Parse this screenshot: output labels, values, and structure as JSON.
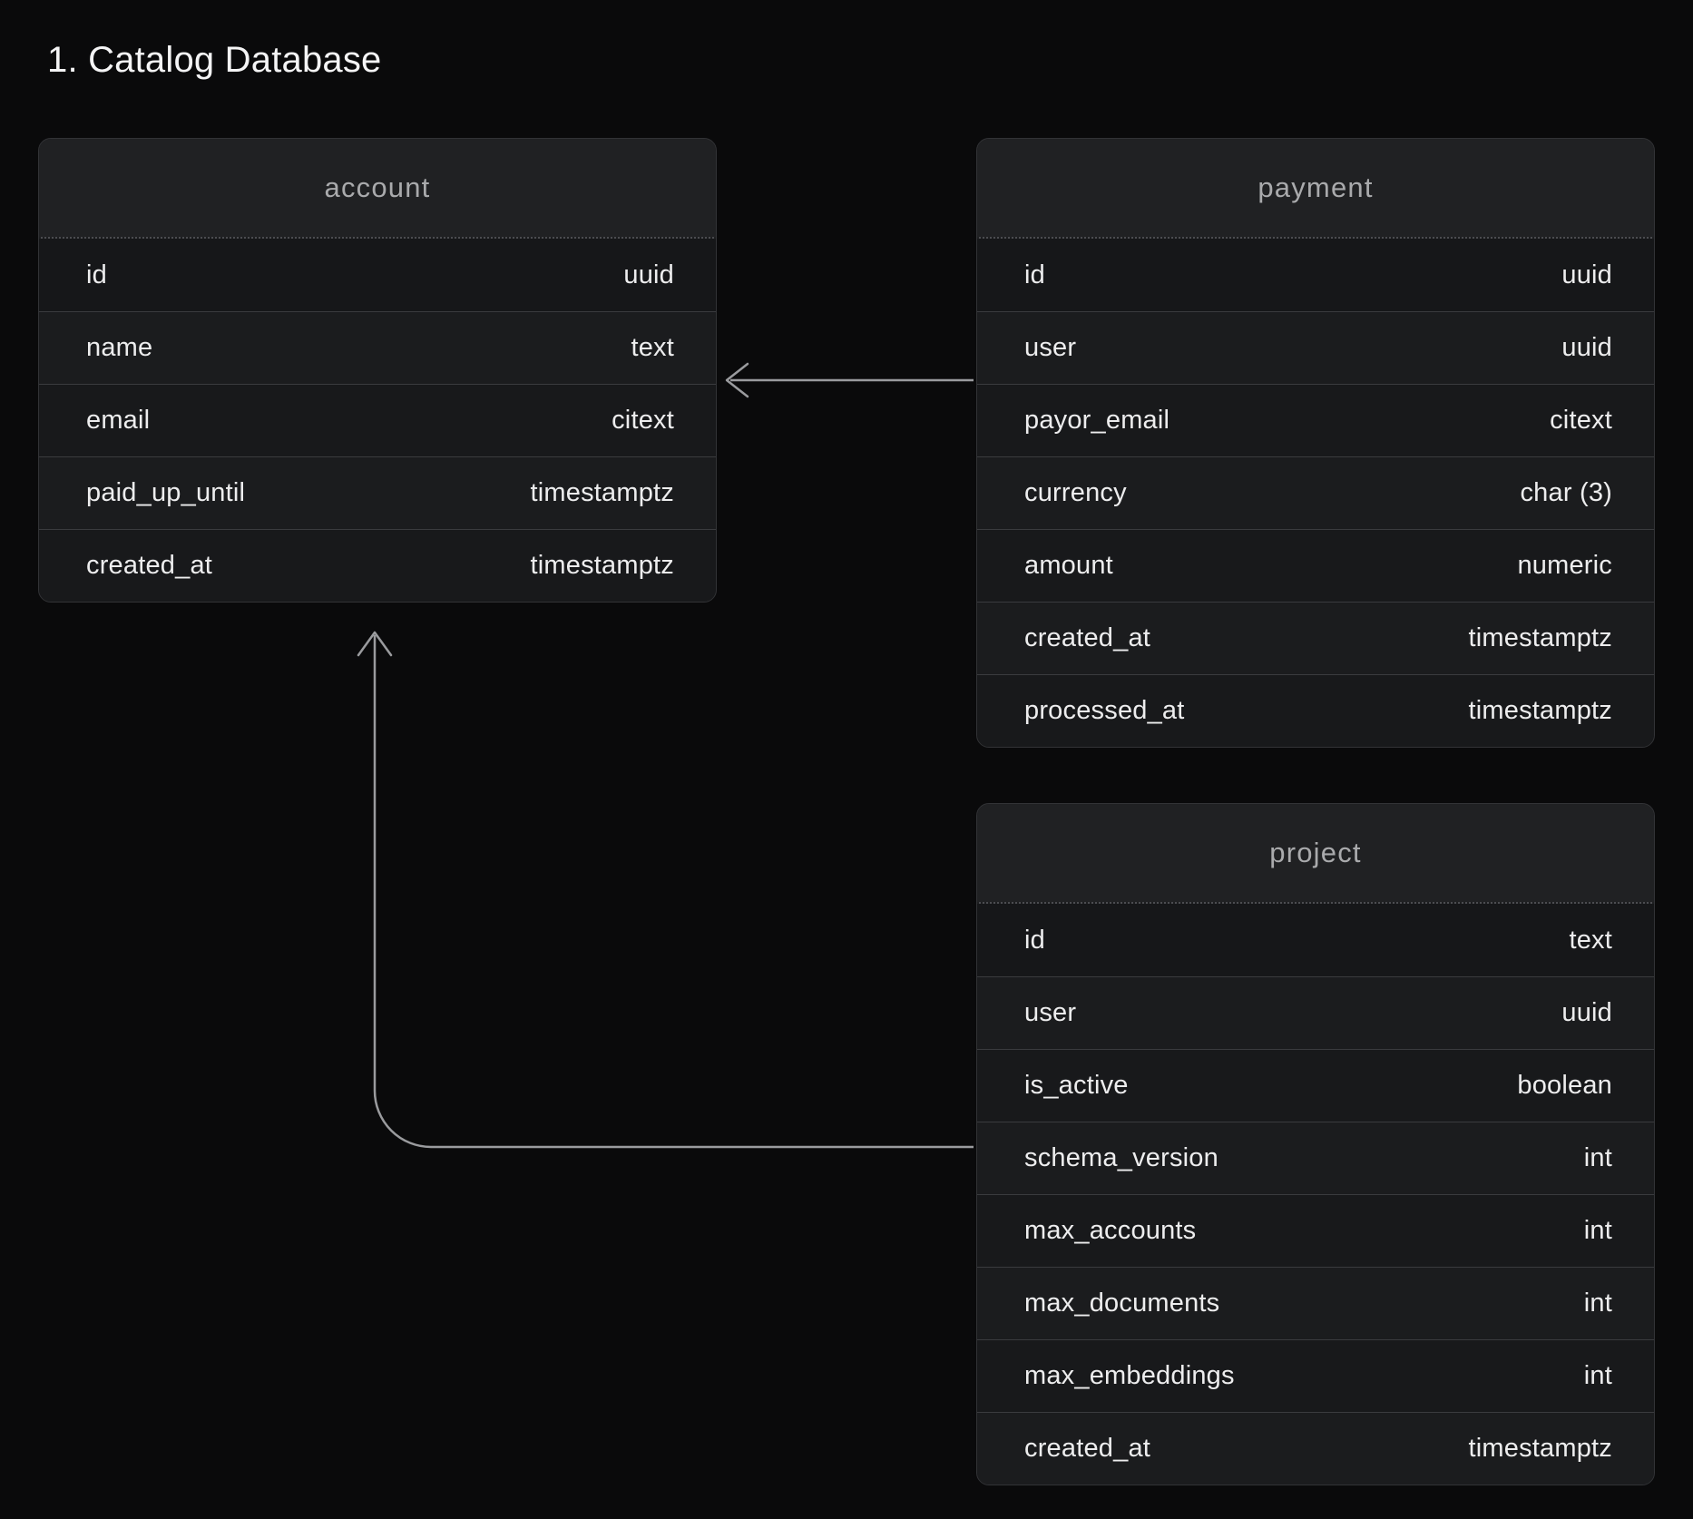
{
  "title": "1. Catalog Database",
  "colors": {
    "background": "#0a0a0b",
    "card_fill": "#1d1e20",
    "card_border": "#323336",
    "row_divider": "#3a3b3e",
    "header_text": "#a9aaac",
    "body_text": "#ededee",
    "title_text": "#f4f4f5",
    "connector": "#9a9b9e"
  },
  "tables": [
    {
      "name": "account",
      "columns": [
        {
          "name": "id",
          "type": "uuid"
        },
        {
          "name": "name",
          "type": "text"
        },
        {
          "name": "email",
          "type": "citext"
        },
        {
          "name": "paid_up_until",
          "type": "timestamptz"
        },
        {
          "name": "created_at",
          "type": "timestamptz"
        }
      ]
    },
    {
      "name": "payment",
      "columns": [
        {
          "name": "id",
          "type": "uuid"
        },
        {
          "name": "user",
          "type": "uuid"
        },
        {
          "name": "payor_email",
          "type": "citext"
        },
        {
          "name": "currency",
          "type": "char (3)"
        },
        {
          "name": "amount",
          "type": "numeric"
        },
        {
          "name": "created_at",
          "type": "timestamptz"
        },
        {
          "name": "processed_at",
          "type": "timestamptz"
        }
      ]
    },
    {
      "name": "project",
      "columns": [
        {
          "name": "id",
          "type": "text"
        },
        {
          "name": "user",
          "type": "uuid"
        },
        {
          "name": "is_active",
          "type": "boolean"
        },
        {
          "name": "schema_version",
          "type": "int"
        },
        {
          "name": "max_accounts",
          "type": "int"
        },
        {
          "name": "max_documents",
          "type": "int"
        },
        {
          "name": "max_embeddings",
          "type": "int"
        },
        {
          "name": "created_at",
          "type": "timestamptz"
        }
      ]
    }
  ],
  "relations": [
    {
      "from": "payment.user",
      "to": "account.id",
      "style": "straight-left-arrow"
    },
    {
      "from": "project.user",
      "to": "account.id",
      "style": "elbow-up-arrow"
    }
  ]
}
